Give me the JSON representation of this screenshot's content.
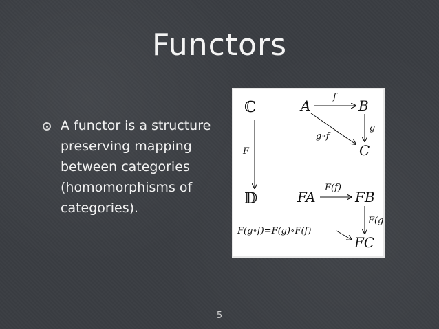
{
  "slide": {
    "title": "Functors",
    "bullet": "A functor is a structure preserving mapping between categories (homomorphisms of categories).",
    "page_number": "5"
  },
  "diagram": {
    "category_source": "ℂ",
    "category_target": "𝔻",
    "functor": "F",
    "obj_A": "A",
    "obj_B": "B",
    "obj_C": "C",
    "mor_f": "f",
    "mor_g": "g",
    "mor_gf": "g∘f",
    "obj_FA": "FA",
    "obj_FB": "FB",
    "obj_FC": "FC",
    "mor_Ff": "F(f)",
    "mor_Fg": "F(g)",
    "equation": "F(g∘f)=F(g)∘F(f)"
  }
}
